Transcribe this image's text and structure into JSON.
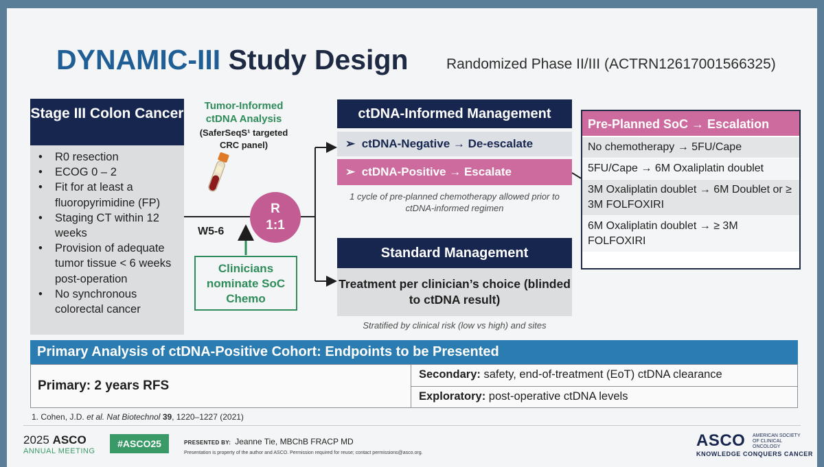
{
  "title": {
    "accent": "DYNAMIC-III",
    "main": "Study Design",
    "subtitle": "Randomized Phase II/III (ACTRN12617001566325)"
  },
  "eligibility": {
    "header": "Stage III Colon Cancer",
    "items": [
      "R0 resection",
      "ECOG 0 – 2",
      "Fit for at least a fluoropyrimidine (FP)",
      "Staging CT within 12 weeks",
      "Provision of adequate tumor tissue < 6 weeks post-operation",
      "No synchronous colorectal cancer"
    ]
  },
  "tumor_informed": {
    "label": "Tumor-Informed ctDNA Analysis",
    "detail": "(SaferSeqS¹ targeted CRC panel)"
  },
  "timepoint": "W5-6",
  "randomization": {
    "letter": "R",
    "ratio": "1:1"
  },
  "clinicians": "Clinicians nominate SoC Chemo",
  "ctdna_arm": {
    "header": "ctDNA-Informed Management",
    "negative": "ctDNA-Negative → De-escalate",
    "positive": "ctDNA-Positive → Escalate",
    "note": "1 cycle of pre-planned chemotherapy allowed prior to ctDNA-informed regimen",
    "arrow_glyph": "➢"
  },
  "standard_arm": {
    "header": "Standard Management",
    "body": "Treatment per clinician’s choice (blinded to ctDNA result)",
    "note": "Stratified by clinical risk (low vs high) and sites"
  },
  "escalation": {
    "header": "Pre-Planned SoC → Escalation",
    "rows": [
      "No chemotherapy → 5FU/Cape",
      "5FU/Cape → 6M Oxaliplatin doublet",
      "3M Oxaliplatin doublet → 6M Doublet or ≥ 3M FOLFOXIRI",
      "6M Oxaliplatin doublet → ≥ 3M FOLFOXIRI"
    ]
  },
  "endpoints": {
    "header": "Primary Analysis of ctDNA-Positive Cohort: Endpoints to be Presented",
    "primary": "Primary: 2 years RFS",
    "secondary_label": "Secondary:",
    "secondary": "safety, end-of-treatment (EoT) ctDNA clearance",
    "exploratory_label": "Exploratory:",
    "exploratory": "post-operative ctDNA levels"
  },
  "reference": {
    "pre": "1. Cohen, J.D.",
    "etal": "et al.",
    "journal": "Nat Biotechnol",
    "volume": "39",
    "pages": ", 1220–1227 (2021)"
  },
  "footer": {
    "year": "2025",
    "asco": "ASCO",
    "annual": "ANNUAL MEETING",
    "hashtag": "#ASCO25",
    "presented_by": "PRESENTED BY:",
    "presenter": "Jeanne Tie, MBChB FRACP MD",
    "property": "Presentation is property of the author and ASCO. Permission required for reuse; contact permissions@asco.org.",
    "society": "AMERICAN SOCIETY OF CLINICAL ONCOLOGY",
    "tagline": "KNOWLEDGE CONQUERS CANCER"
  },
  "colors": {
    "navy": "#17264f",
    "pink": "#cd6b9e",
    "green": "#2e8c5a",
    "blue": "#2b7cb1"
  }
}
